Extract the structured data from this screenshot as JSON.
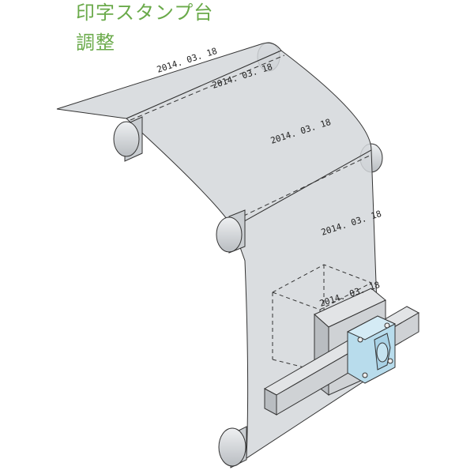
{
  "heading": {
    "line1": "印字スタンプ台",
    "line2": "調整"
  },
  "stamp_texts": [
    "2014. 03. 18",
    "2014. 03. 18",
    "2014. 03. 18",
    "2014. 03. 18",
    "2014. 03. 18"
  ],
  "colors": {
    "heading": "#6aaa4a",
    "sheet": "#d4d7da",
    "roller": "#d9dcdf",
    "bracket": "#b8dcec",
    "block": "#cfd2d5",
    "line": "#333333"
  }
}
